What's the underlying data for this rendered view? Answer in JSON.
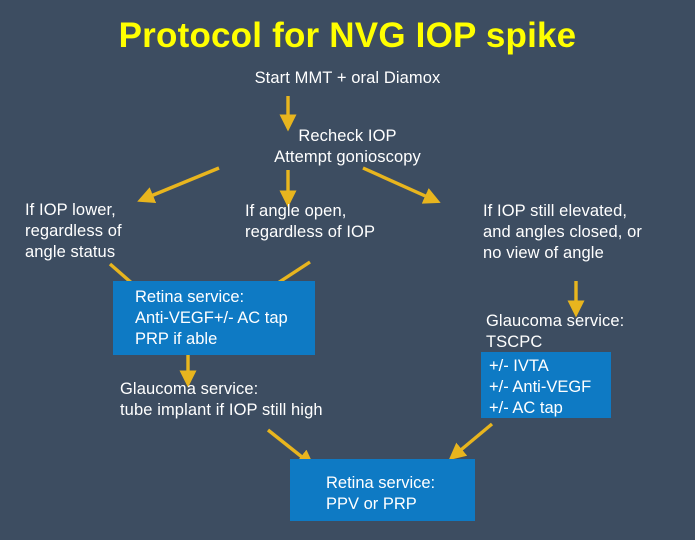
{
  "colors": {
    "background": "#3d4d61",
    "title": "#ffff00",
    "text": "#ffffff",
    "box_fill": "#0e7ac4",
    "arrow": "#e8b51e"
  },
  "title": "Protocol for NVG IOP spike",
  "nodes": {
    "start": "Start MMT + oral Diamox",
    "recheck": "Recheck IOP\nAttempt gonioscopy",
    "branch_left": "If IOP lower,\nregardless of\nangle status",
    "branch_center": "If angle open,\nregardless of IOP",
    "branch_right": "If IOP still elevated,\nand angles closed, or\nno view of angle",
    "retina_box_left": "Retina service:\nAnti-VEGF+/- AC tap\nPRP if able",
    "glaucoma_tube": "Glaucoma service:\ntube implant if IOP still high",
    "glaucoma_tscpc": "Glaucoma service:\nTSCPC",
    "adjunct_box_right": "+/- IVTA\n+/- Anti-VEGF\n+/- AC tap",
    "retina_box_bottom": "Retina service:\nPPV or PRP"
  },
  "arrows": [
    {
      "name": "start-to-recheck",
      "from": "start",
      "to": "recheck"
    },
    {
      "name": "recheck-to-branch-left",
      "from": "recheck",
      "to": "branch_left"
    },
    {
      "name": "recheck-to-branch-center",
      "from": "recheck",
      "to": "branch_center"
    },
    {
      "name": "recheck-to-branch-right",
      "from": "recheck",
      "to": "branch_right"
    },
    {
      "name": "branch-left-to-retina-box",
      "from": "branch_left",
      "to": "retina_box_left"
    },
    {
      "name": "branch-center-to-retina-box",
      "from": "branch_center",
      "to": "retina_box_left"
    },
    {
      "name": "retina-box-to-glaucoma-tube",
      "from": "retina_box_left",
      "to": "glaucoma_tube"
    },
    {
      "name": "branch-right-to-glaucoma-tscpc",
      "from": "branch_right",
      "to": "glaucoma_tscpc"
    },
    {
      "name": "glaucoma-tube-to-retina-bottom",
      "from": "glaucoma_tube",
      "to": "retina_box_bottom"
    },
    {
      "name": "adjunct-box-to-retina-bottom",
      "from": "adjunct_box_right",
      "to": "retina_box_bottom"
    }
  ]
}
